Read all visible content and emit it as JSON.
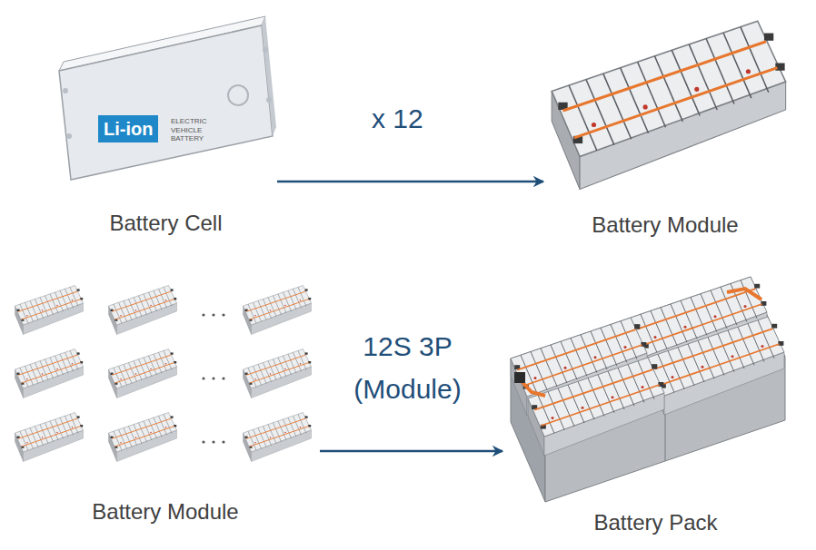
{
  "diagram": {
    "nodes": [
      {
        "text": [
          "Battery Cell"
        ]
      },
      {
        "text": [
          "Battery Module"
        ]
      },
      {
        "text": [
          "Battery Module"
        ]
      },
      {
        "text": [
          "Battery Pack"
        ]
      }
    ],
    "edges": [
      {
        "from": 0,
        "to": 1,
        "label": "x 12",
        "arrow": "to"
      },
      {
        "from": 2,
        "to": 3,
        "label": "12S 3P (Module)",
        "arrow": "to"
      }
    ],
    "labels": [
      "Li-ion",
      "ELECTRIC VEHICLE BATTERY"
    ]
  }
}
